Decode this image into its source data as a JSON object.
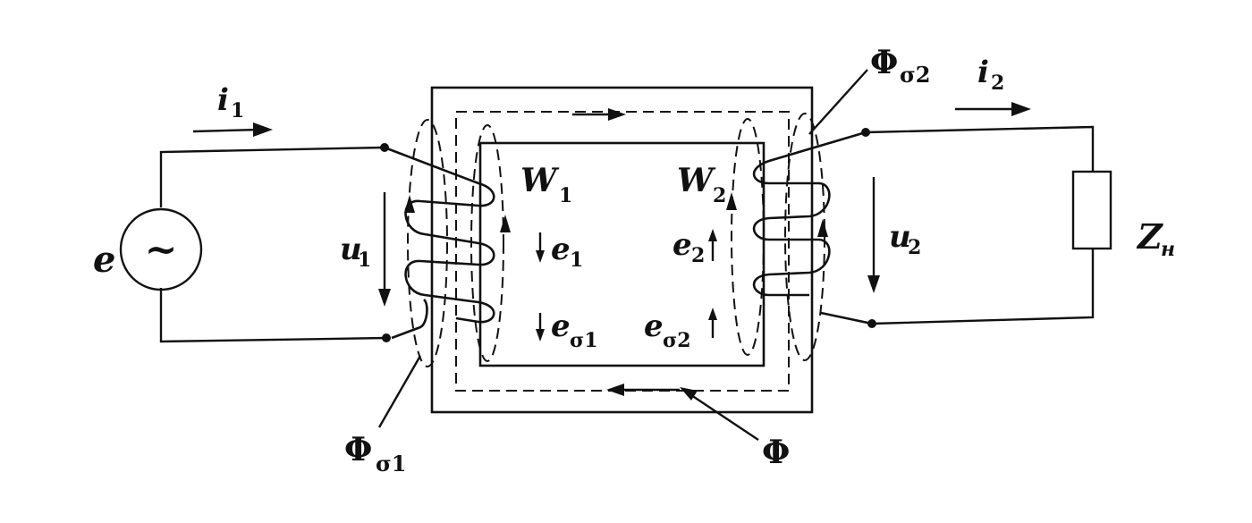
{
  "labels": {
    "i1": "i",
    "i1_sub": "1",
    "i2": "i",
    "i2_sub": "2",
    "e": "e",
    "u1": "u",
    "u1_sub": "1",
    "u2": "u",
    "u2_sub": "2",
    "W1": "W",
    "W1_sub": "1",
    "W2": "W",
    "W2_sub": "2",
    "e1": "e",
    "e1_sub": "1",
    "e2": "e",
    "e2_sub": "2",
    "es1": "e",
    "es1_sub": "σ1",
    "es2": "e",
    "es2_sub": "σ2",
    "Zn": "Z",
    "Zn_sub": "н",
    "Phi": "Φ",
    "Phi_s1": "Φ",
    "Phi_s1_sub": "σ1",
    "Phi_s2": "Φ",
    "Phi_s2_sub": "σ2",
    "source_symbol": "~"
  }
}
